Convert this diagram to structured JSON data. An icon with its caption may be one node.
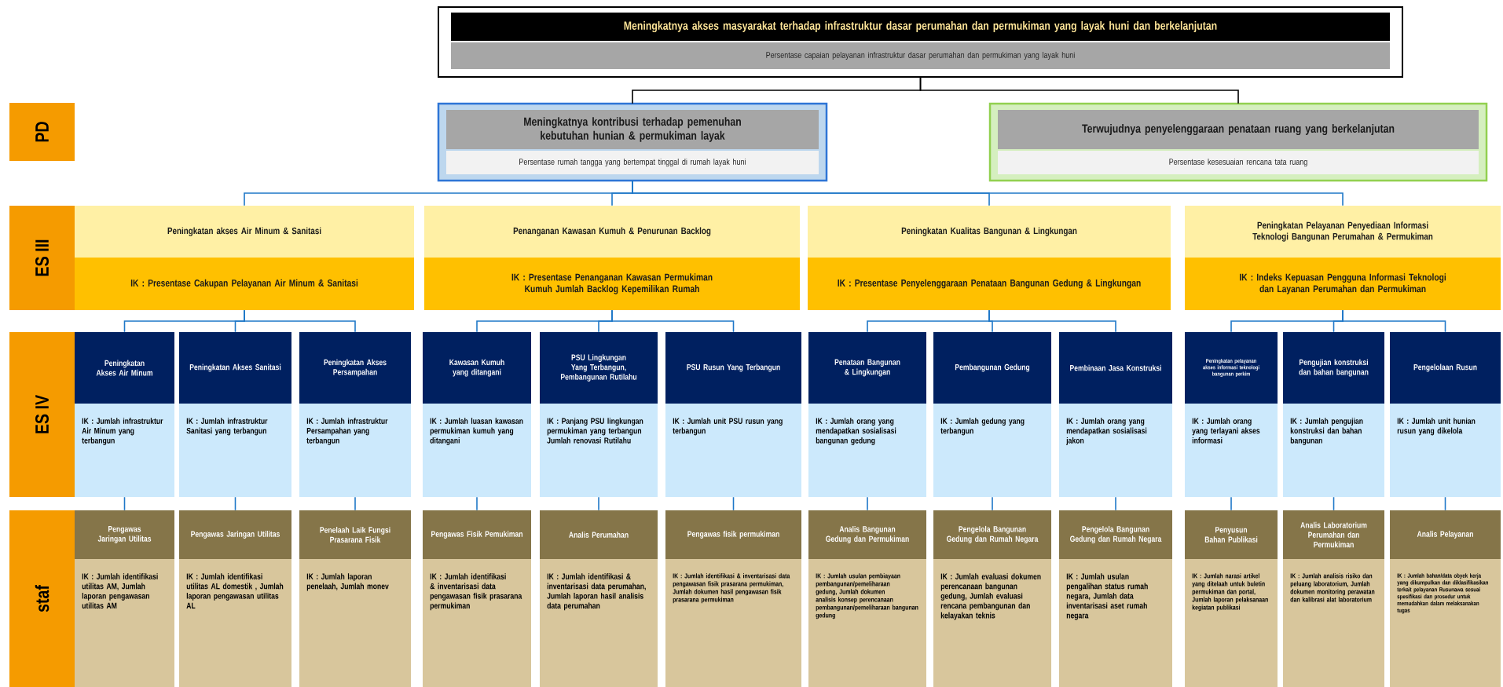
{
  "diagram": {
    "nodes": [
      {
        "text": [
          "Meningkatnya akses masyarakat terhadap infrastruktur dasar perumahan dan permukiman yang layak huni dan berkelanjutan",
          "Persentase capaian pelayanan infrastruktur dasar perumahan dan permukiman yang layak huni"
        ]
      },
      {
        "text": [
          "PD"
        ]
      },
      {
        "text": [
          "Meningkatnya kontribusi terhadap pemenuhan kebutuhan hunian & permukiman layak",
          "Persentase rumah tangga yang bertempat tinggal di rumah layak huni"
        ]
      },
      {
        "text": [
          "Terwujudnya penyelenggaraan penataan ruang yang berkelanjutan",
          "Persentase kesesuaian rencana tata ruang"
        ]
      },
      {
        "text": [
          "ES III"
        ]
      },
      {
        "text": [
          "Peningkatan akses Air Minum & Sanitasi",
          "IK : Presentase Cakupan Pelayanan Air Minum & Sanitasi"
        ]
      },
      {
        "text": [
          "Penanganan Kawasan Kumuh & Penurunan Backlog",
          "IK : Presentase Penanganan Kawasan Permukiman Kumuh Jumlah Backlog Kepemilikan Rumah"
        ]
      },
      {
        "text": [
          "Peningkatan Kualitas Bangunan & Lingkungan",
          "IK : Presentase Penyelenggaraan Penataan Bangunan Gedung & Lingkungan"
        ]
      },
      {
        "text": [
          "Peningkatan Pelayanan Penyediaan Informasi Teknologi Bangunan Perumahan & Permukiman",
          "IK : Indeks Kepuasan Pengguna Informasi Teknologi dan Layanan Perumahan dan Permukiman"
        ]
      },
      {
        "text": [
          "ES IV"
        ]
      },
      {
        "text": [
          "Peningkatan Akses Air Minum",
          "IK : Jumlah infrastruktur Air Minum yang terbangun"
        ]
      },
      {
        "text": [
          "Peningkatan Akses Sanitasi",
          "IK : Jumlah infrastruktur Sanitasi yang terbangun"
        ]
      },
      {
        "text": [
          "Peningkatan Akses Persampahan",
          "IK : Jumlah infrastruktur Persampahan yang terbangun"
        ]
      },
      {
        "text": [
          "Kawasan Kumuh yang ditangani",
          "IK : Jumlah luasan kawasan permukiman kumuh yang ditangani"
        ]
      },
      {
        "text": [
          "PSU Lingkungan Yang Terbangun, Pembangunan Rutilahu",
          "IK : Panjang PSU lingkungan permukiman yang terbangun Jumlah renovasi Rutilahu"
        ]
      },
      {
        "text": [
          "PSU Rusun Yang Terbangun",
          "IK : Jumlah unit PSU rusun yang terbangun"
        ]
      },
      {
        "text": [
          "Penataan Bangunan & Lingkungan",
          "IK : Jumlah orang yang mendapatkan sosialisasi bangunan gedung"
        ]
      },
      {
        "text": [
          "Pembangunan Gedung",
          "IK : Jumlah gedung yang terbangun"
        ]
      },
      {
        "text": [
          "Pembinaan Jasa Konstruksi",
          "IK : Jumlah orang yang mendapatkan sosialisasi jakon"
        ]
      },
      {
        "text": [
          "Peningkatan pelayanan akses informasi teknologi bangunan perkim",
          "IK : Jumlah orang yang terlayani akses informasi"
        ]
      },
      {
        "text": [
          "Pengujian konstruksi dan bahan bangunan",
          "IK : Jumlah pengujian konstruksi dan bahan bangunan"
        ]
      },
      {
        "text": [
          "Pengelolaan Rusun",
          "IK : Jumlah unit hunian rusun yang dikelola"
        ]
      },
      {
        "text": [
          "staf"
        ]
      },
      {
        "text": [
          "Pengawas Jaringan Utilitas",
          "IK : Jumlah identifikasi utilitas AM, Jumlah laporan pengawasan utilitas AM"
        ]
      },
      {
        "text": [
          "Pengawas Jaringan Utilitas",
          "IK : Jumlah identifikasi utilitas AL domestik , Jumlah laporan pengawasan utilitas AL"
        ]
      },
      {
        "text": [
          "Penelaah Laik Fungsi Prasarana Fisik",
          "IK : Jumlah laporan penelaah, Jumlah monev"
        ]
      },
      {
        "text": [
          "Pengawas Fisik Pemukiman",
          "IK : Jumlah identifikasi & inventarisasi data pengawasan fisik prasarana permukiman"
        ]
      },
      {
        "text": [
          "Analis Perumahan",
          "IK : Jumlah identifikasi & inventarisasi data perumahan, Jumlah laporan hasil analisis data perumahan"
        ]
      },
      {
        "text": [
          "Pengawas fisik permukiman",
          "IK : Jumlah identifikasi & inventarisasi data pengawasan fisik prasarana permukiman, Jumlah dokumen hasil pengawasan fisik prasarana permukiman"
        ]
      },
      {
        "text": [
          "Analis Bangunan Gedung dan Permukiman",
          "IK : Jumlah usulan pembiayaan pembangunan/pemeliharaan gedung, Jumlah dokumen analisis konsep perencanaan pembangunan/pemeliharaan bangunan gedung"
        ]
      },
      {
        "text": [
          "Pengelola Bangunan Gedung dan Rumah Negara",
          "IK : Jumlah evaluasi dokumen perencanaan bangunan gedung, Jumlah evaluasi rencana pembangunan dan kelayakan teknis"
        ]
      },
      {
        "text": [
          "Pengelola Bangunan Gedung dan Rumah Negara",
          "IK : Jumlah usulan pengalihan status rumah negara, Jumlah data inventarisasi aset rumah negara"
        ]
      },
      {
        "text": [
          "Penyusun Bahan Publikasi",
          "IK : Jumlah narasi artikel yang ditelaah untuk buletin permukiman dan portal, Jumlah laporan pelaksanaan kegiatan publikasi"
        ]
      },
      {
        "text": [
          "Analis Laboratorium Perumahan dan Permukiman",
          "IK : Jumlah analisis risiko dan peluang laboratorium, Jumlah dokumen monitoring perawatan dan kalibrasi alat laboratorium"
        ]
      },
      {
        "text": [
          "Analis Pelayanan",
          "IK : Jumlah bahan/data obyek kerja yang dikumpulkan dan diklasifikasikan terkait pelayanan Rusunawa sesuai spesifikasi dan prosedur untuk memudahkan dalam melaksanakan tugas"
        ]
      }
    ],
    "edges": [
      {
        "from": 0,
        "to": 2,
        "arrow": "none",
        "color": "#000000"
      },
      {
        "from": 0,
        "to": 3,
        "arrow": "none",
        "color": "#000000"
      },
      {
        "from": 2,
        "to": 5,
        "arrow": "none"
      },
      {
        "from": 2,
        "to": 6,
        "arrow": "none"
      },
      {
        "from": 2,
        "to": 7,
        "arrow": "none"
      },
      {
        "from": 2,
        "to": 8,
        "arrow": "none"
      },
      {
        "from": 5,
        "to": 10,
        "arrow": "none"
      },
      {
        "from": 5,
        "to": 11,
        "arrow": "none"
      },
      {
        "from": 5,
        "to": 12,
        "arrow": "none"
      },
      {
        "from": 6,
        "to": 13,
        "arrow": "none"
      },
      {
        "from": 6,
        "to": 14,
        "arrow": "none"
      },
      {
        "from": 6,
        "to": 15,
        "arrow": "none"
      },
      {
        "from": 7,
        "to": 16,
        "arrow": "none"
      },
      {
        "from": 7,
        "to": 17,
        "arrow": "none"
      },
      {
        "from": 7,
        "to": 18,
        "arrow": "none"
      },
      {
        "from": 8,
        "to": 19,
        "arrow": "none"
      },
      {
        "from": 8,
        "to": 20,
        "arrow": "none"
      },
      {
        "from": 8,
        "to": 21,
        "arrow": "none"
      },
      {
        "from": 10,
        "to": 23,
        "arrow": "none"
      },
      {
        "from": 11,
        "to": 24,
        "arrow": "none"
      },
      {
        "from": 12,
        "to": 25,
        "arrow": "none"
      },
      {
        "from": 13,
        "to": 26,
        "arrow": "none"
      },
      {
        "from": 14,
        "to": 27,
        "arrow": "none"
      },
      {
        "from": 15,
        "to": 28,
        "arrow": "none"
      },
      {
        "from": 16,
        "to": 29,
        "arrow": "none"
      },
      {
        "from": 17,
        "to": 30,
        "arrow": "none"
      },
      {
        "from": 18,
        "to": 31,
        "arrow": "none"
      },
      {
        "from": 19,
        "to": 32,
        "arrow": "none"
      },
      {
        "from": 20,
        "to": 33,
        "arrow": "none"
      },
      {
        "from": 21,
        "to": 34,
        "arrow": "none"
      }
    ]
  }
}
